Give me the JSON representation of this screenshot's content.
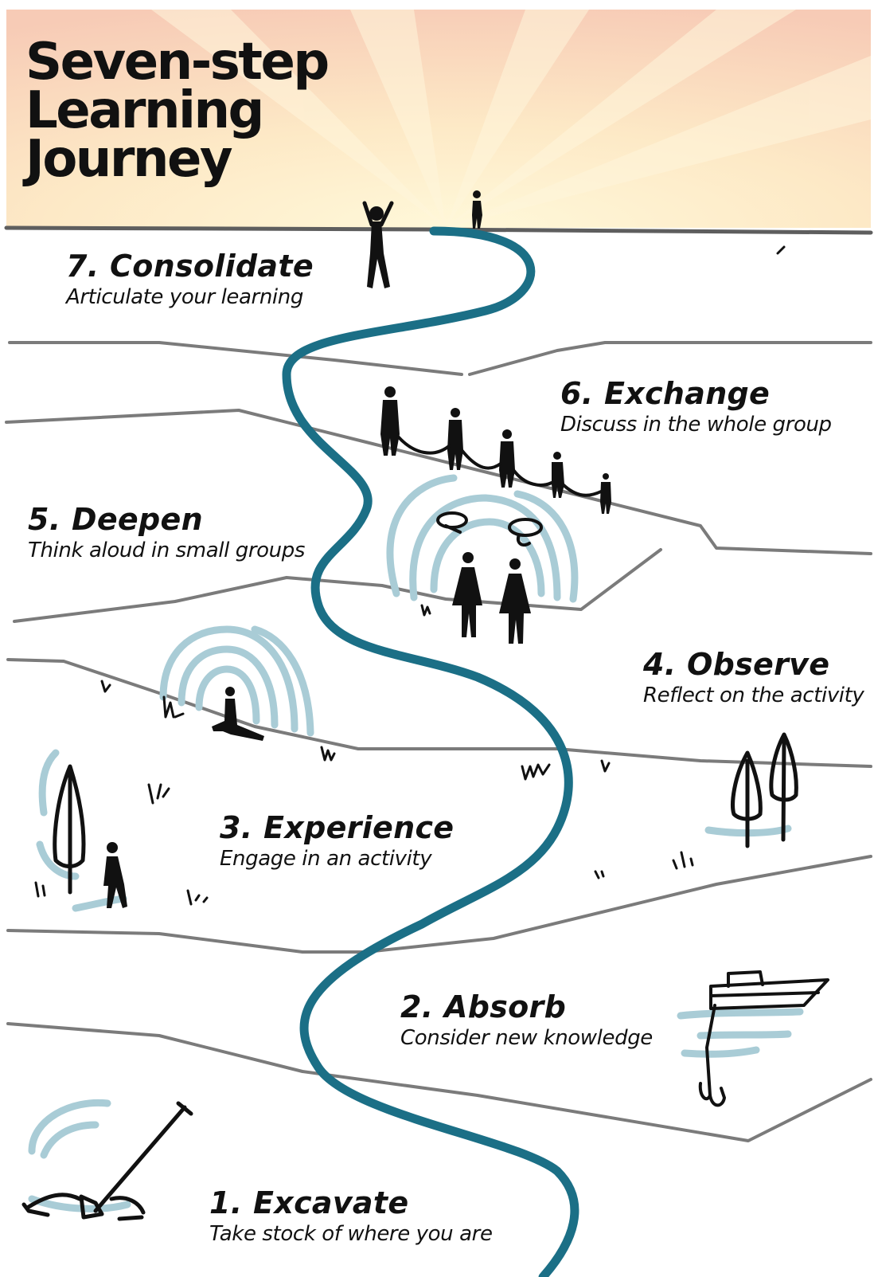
{
  "title": {
    "line1": "Seven-step",
    "line2": "Learning",
    "line3": "Journey"
  },
  "steps": [
    {
      "id": "7",
      "heading": "7. Consolidate",
      "subtitle": "Articulate your learning"
    },
    {
      "id": "6",
      "heading": "6. Exchange",
      "subtitle": "Discuss in the whole group"
    },
    {
      "id": "5",
      "heading": "5. Deepen",
      "subtitle": "Think aloud in small groups"
    },
    {
      "id": "4",
      "heading": "4. Observe",
      "subtitle": "Reflect on the activity"
    },
    {
      "id": "3",
      "heading": "3. Experience",
      "subtitle": "Engage in an activity"
    },
    {
      "id": "2",
      "heading": "2. Absorb",
      "subtitle": "Consider new knowledge"
    },
    {
      "id": "1",
      "heading": "1. Excavate",
      "subtitle": "Take stock of where you are"
    }
  ],
  "colors": {
    "sky_top": "#fdf0cc",
    "sky_edge": "#f9d2bc",
    "river": "#1b6f86",
    "water_light": "#a9ccd6",
    "ground_line": "#7a7a7a",
    "ink": "#111111"
  },
  "icons": [
    "person-arms-up-icon",
    "person-icon",
    "people-chain-icon",
    "thought-bubble-icon",
    "rainbow-icon",
    "tree-icon",
    "boat-icon",
    "fish-hook-icon",
    "shovel-icon",
    "grass-icon"
  ]
}
